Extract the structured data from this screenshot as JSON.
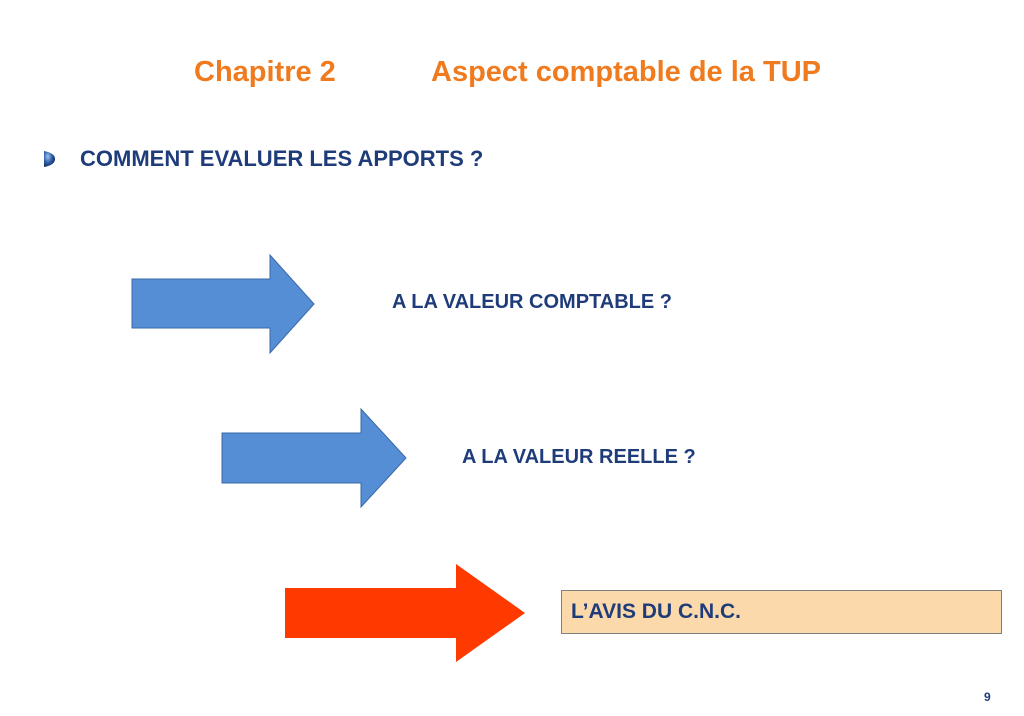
{
  "title": {
    "chapter": "Chapitre 2",
    "topic": "Aspect comptable de la TUP"
  },
  "bullet": {
    "icon": "bullet-sphere-icon",
    "text": "COMMENT EVALUER LES APPORTS ?"
  },
  "options": [
    {
      "text": "A LA VALEUR COMPTABLE  ?",
      "arrow_color": "#558ed5",
      "icon": "right-arrow-icon"
    },
    {
      "text": "A LA VALEUR REELLE  ?",
      "arrow_color": "#558ed5",
      "icon": "right-arrow-icon"
    },
    {
      "text": "L’AVIS DU C.N.C.",
      "arrow_color": "#ff3a00",
      "icon": "right-arrow-icon",
      "box_color": "#fcd9aa"
    }
  ],
  "colors": {
    "title": "#f07a1e",
    "text": "#1f3c7a"
  },
  "page_number": "9"
}
